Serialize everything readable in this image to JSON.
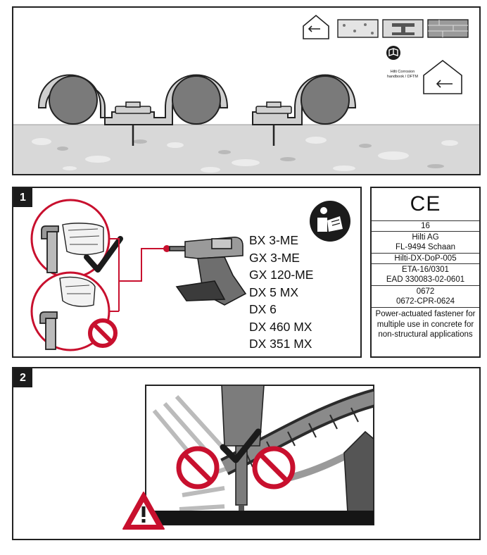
{
  "top_panel": {
    "handbook_label_line1": "Hilti Corrosion",
    "handbook_label_line2": "handbook / DFTM"
  },
  "step1": {
    "badge": "1",
    "models": [
      "BX 3-ME",
      "GX 3-ME",
      "GX 120-ME",
      "DX 5 MX",
      "DX 6",
      "DX 460 MX",
      "DX 351 MX"
    ]
  },
  "certification": {
    "ce_mark": "CE",
    "year": "16",
    "manufacturer": "Hilti AG",
    "address": "FL-9494 Schaan",
    "dop": "Hilti-DX-DoP-005",
    "eta": "ETA-16/0301",
    "ead": "EAD 330083-02-0601",
    "notified_body": "0672",
    "cpr": "0672-CPR-0624",
    "description": "Power-actuated fastener for multiple use in concrete for non-structural applications"
  },
  "step2": {
    "badge": "2"
  },
  "colors": {
    "accent_red": "#c8102e",
    "concrete": "#d6d6d6",
    "pipe": "#7a7a7a",
    "dark": "#1b1b1b"
  }
}
